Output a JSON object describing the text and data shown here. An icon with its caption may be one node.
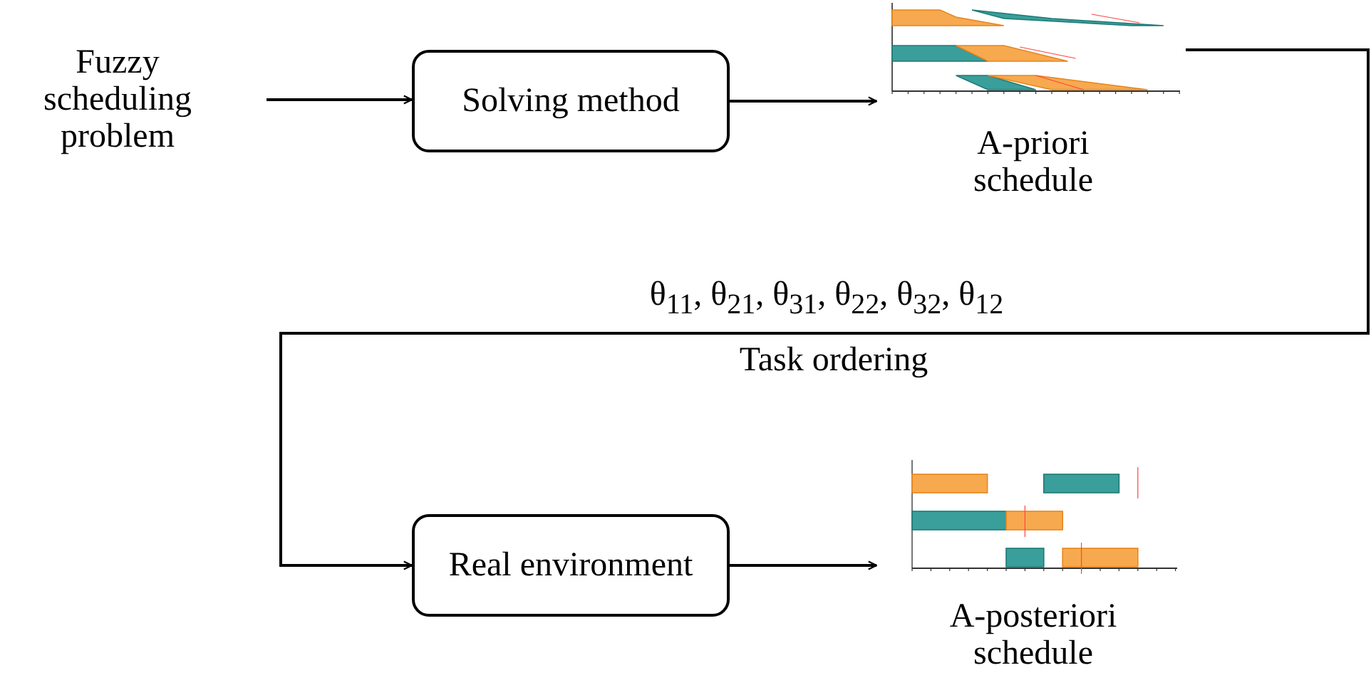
{
  "diagram": {
    "nodes": [
      {
        "text": [
          "Fuzzy scheduling problem"
        ]
      },
      {
        "text": [
          "Solving method"
        ]
      },
      {
        "text": [],
        "shape": "picture",
        "beside": [
          "A-priori schedule"
        ]
      },
      {
        "text": [
          "Real environment"
        ]
      },
      {
        "text": [],
        "shape": "picture",
        "beside": [
          "A-posteriori schedule"
        ]
      }
    ],
    "edges": [
      {
        "from": 0,
        "to": 1,
        "arrow": "to"
      },
      {
        "from": 1,
        "to": 2,
        "arrow": "to"
      },
      {
        "from": 2,
        "to": 3,
        "arrow": "to",
        "label": "θ$_{11}$, θ$_{21}$, θ$_{31}$, θ$_{22}$, θ$_{32}$, θ$_{12}$"
      },
      {
        "from": 3,
        "to": 4,
        "arrow": "to"
      }
    ],
    "labels": [
      "Task ordering"
    ]
  }
}
